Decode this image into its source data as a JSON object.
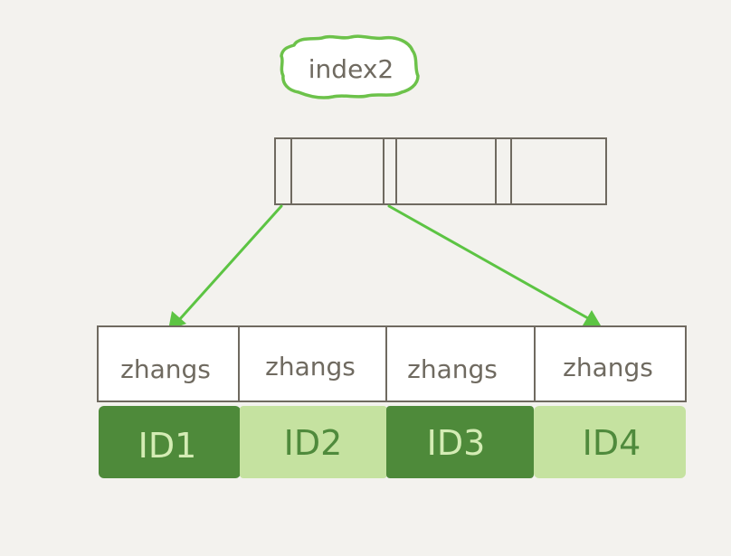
{
  "index_label": "index2",
  "leaf": {
    "names": [
      "zhangs",
      "zhangs",
      "zhangs",
      "zhangs"
    ],
    "ids": [
      "ID1",
      "ID2",
      "ID3",
      "ID4"
    ]
  },
  "colors": {
    "background": "#f3f2ee",
    "stroke": "#6f6a60",
    "cloud_border": "#6cc24a",
    "arrow": "#5cc443",
    "id_dark": "#4e8a3a",
    "id_light": "#c5e2a0",
    "id_text_on_dark": "#d4ecb4",
    "id_text_on_light": "#4f8a3c",
    "name_text": "#6f6a60"
  }
}
